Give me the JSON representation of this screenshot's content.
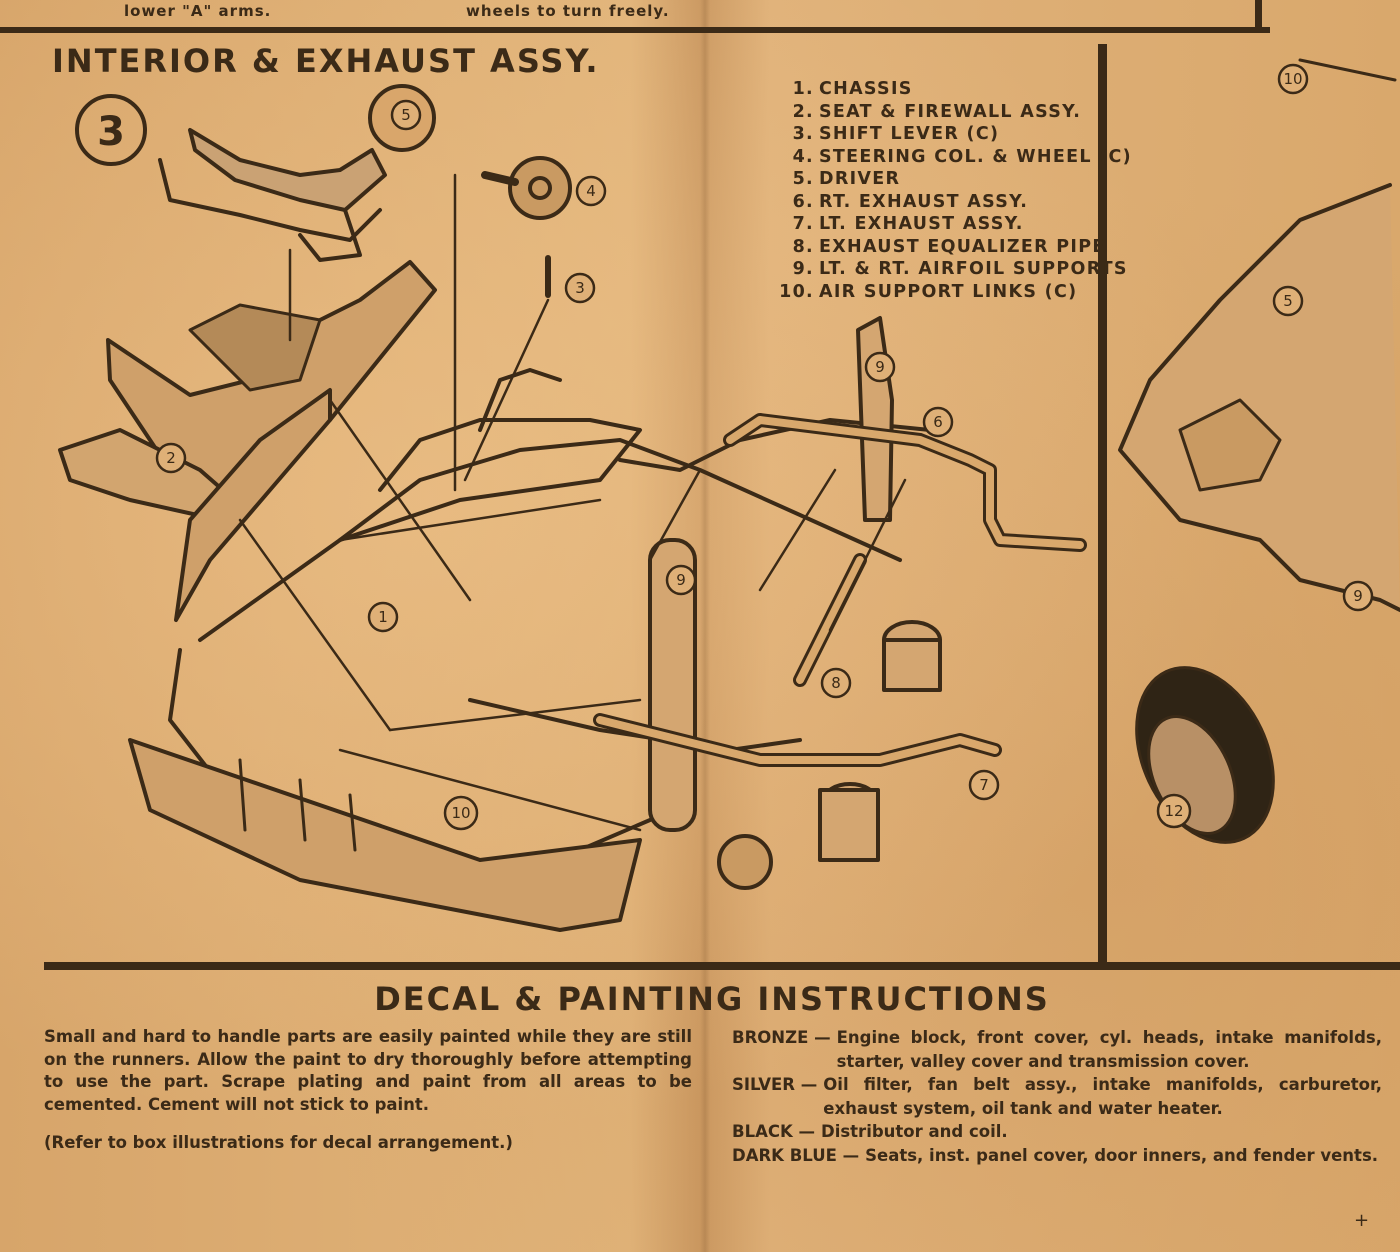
{
  "top_fragment": {
    "left_text": "lower \"A\" arms.",
    "right_text": "wheels to turn freely."
  },
  "section": {
    "title": "INTERIOR & EXHAUST ASSY.",
    "step_number": "3"
  },
  "parts_list": [
    {
      "num": "1.",
      "name": "CHASSIS"
    },
    {
      "num": "2.",
      "name": "SEAT & FIREWALL ASSY."
    },
    {
      "num": "3.",
      "name": "SHIFT LEVER (C)"
    },
    {
      "num": "4.",
      "name": "STEERING COL. & WHEEL (C)"
    },
    {
      "num": "5.",
      "name": "DRIVER"
    },
    {
      "num": "6.",
      "name": "RT. EXHAUST ASSY."
    },
    {
      "num": "7.",
      "name": "LT. EXHAUST ASSY."
    },
    {
      "num": "8.",
      "name": "EXHAUST EQUALIZER PIPE"
    },
    {
      "num": "9.",
      "name": "LT. & RT. AIRFOIL SUPPORTS"
    },
    {
      "num": "10.",
      "name": "AIR SUPPORT LINKS (C)"
    }
  ],
  "callouts": {
    "c1": "1",
    "c2": "2",
    "c3": "3",
    "c4": "4",
    "c5": "5",
    "c6": "6",
    "c7": "7",
    "c8": "8",
    "c9a": "9",
    "c9b": "9",
    "c10": "10"
  },
  "right_panel_callouts": {
    "r10": "10",
    "r5": "5",
    "r9": "9",
    "r12": "12"
  },
  "decal": {
    "title": "DECAL & PAINTING INSTRUCTIONS",
    "paragraph": "Small and hard to handle parts are easily painted while they are still on the runners. Allow the paint to dry thoroughly before attempting to use the part. Scrape plating and paint from all areas to be cemented. Cement will not stick to paint.",
    "note": "(Refer to box illustrations for decal arrangement.)",
    "paints": [
      {
        "color": "BRONZE —",
        "items": "Engine block, front cover, cyl. heads, intake manifolds, starter, valley cover and transmission cover."
      },
      {
        "color": "SILVER —",
        "items": "Oil filter, fan belt assy., intake manifolds, carburetor, exhaust system, oil tank and water heater."
      },
      {
        "color": "BLACK —",
        "items": "Distributor and coil."
      },
      {
        "color": "DARK BLUE —",
        "items": "Seats, inst. panel cover, door inners, and fender vents."
      }
    ]
  },
  "corner_mark": "+"
}
